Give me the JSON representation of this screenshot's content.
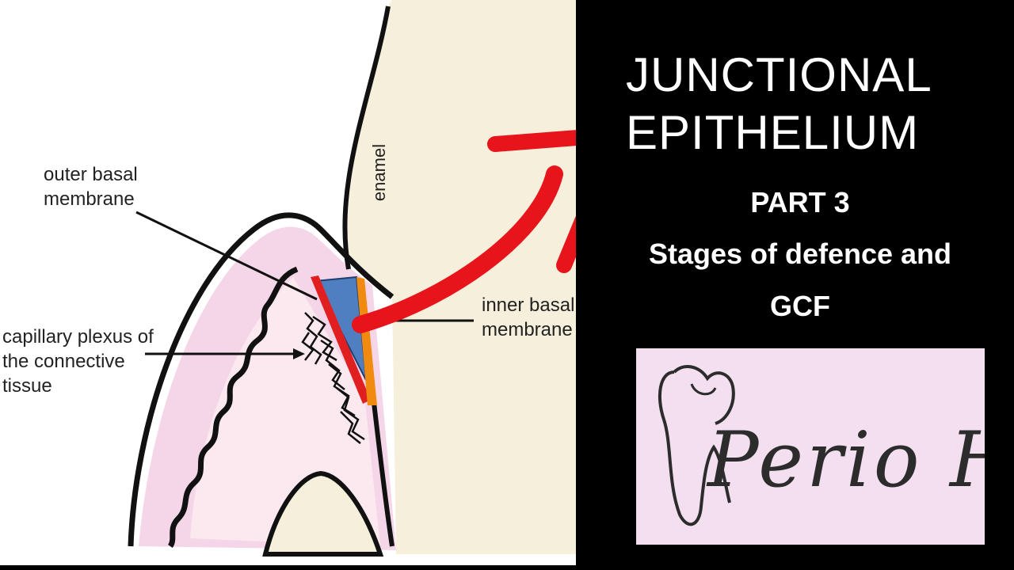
{
  "diagram": {
    "labels": {
      "outer_basal_membrane": "outer basal\nmembrane",
      "capillary_plexus": "capillary plexus of\nthe connective\ntissue",
      "inner_basal_membrane": "inner basal\nmembrane",
      "enamel": "enamel"
    },
    "colors": {
      "enamel_fill": "#f5efdc",
      "gingiva_fill": "#f5d6e8",
      "connective_fill": "#fce9ef",
      "junctional_epithelium": "#4f7fc0",
      "outer_membrane": "#e02020",
      "inner_membrane": "#f08a10",
      "arrow": "#e8141c"
    }
  },
  "title": {
    "line1": "JUNCTIONAL",
    "line2": "EPITHELIUM",
    "part": "PART 3",
    "topic_line1": "Stages of defence and",
    "topic_line2": "GCF"
  },
  "logo": {
    "text": "Perio Hub",
    "background": "#f3dff0"
  }
}
